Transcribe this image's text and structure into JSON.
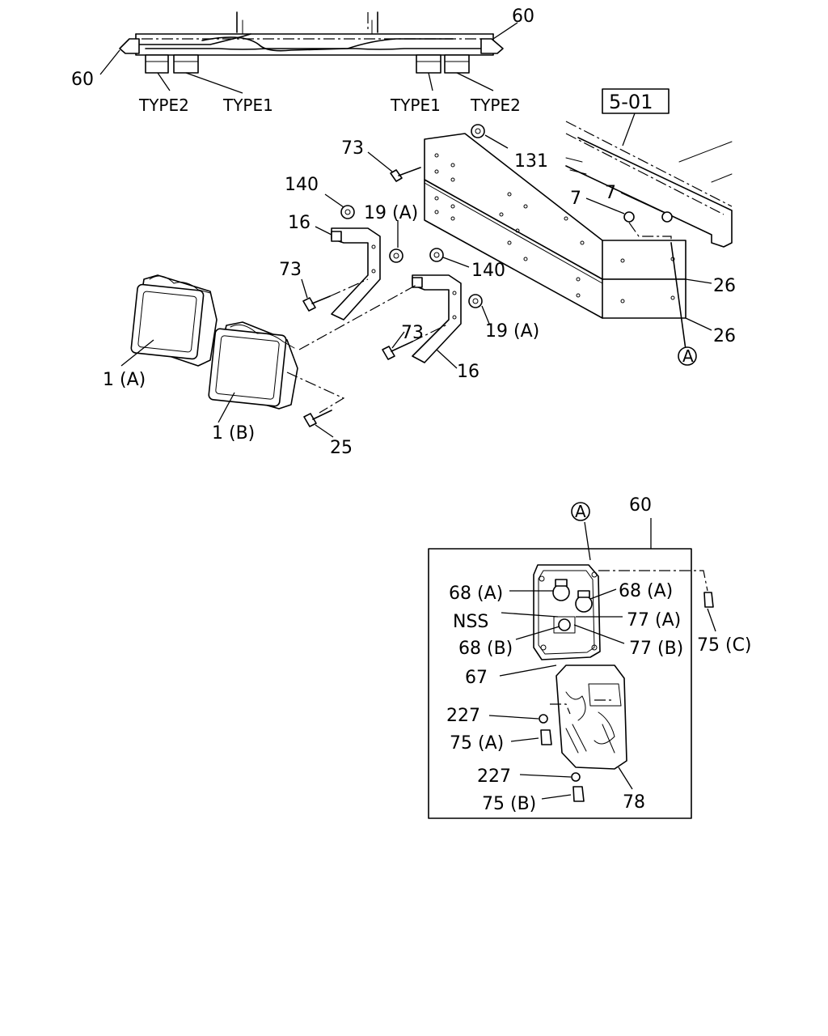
{
  "labels": {
    "top_60_right": "60",
    "top_60_left": "60",
    "type2_left": "TYPE2",
    "type1_left": "TYPE1",
    "type1_right": "TYPE1",
    "type2_right": "TYPE2",
    "ref_501": "5-01",
    "n73_top": "73",
    "n131": "131",
    "n7_a": "7",
    "n7_b": "7",
    "n140_top": "140",
    "n16_top": "16",
    "n19a_top": "19 (A)",
    "n73_mid": "73",
    "n140_mid": "140",
    "n26_a": "26",
    "n73_low": "73",
    "n19a_low": "19 (A)",
    "n26_b": "26",
    "n1a": "1 (A)",
    "n16_low": "16",
    "circle_a_main": "A",
    "n1b": "1 (B)",
    "n25": "25",
    "inset_circle_a": "A",
    "inset_60": "60",
    "n68a_left": "68 (A)",
    "n68a_right": "68 (A)",
    "nss": "NSS",
    "n77a": "77 (A)",
    "n68b": "68 (B)",
    "n77b": "77 (B)",
    "n75c": "75 (C)",
    "n67": "67",
    "n227_top": "227",
    "n75a": "75 (A)",
    "n227_bot": "227",
    "n75b": "75 (B)",
    "n78": "78"
  }
}
